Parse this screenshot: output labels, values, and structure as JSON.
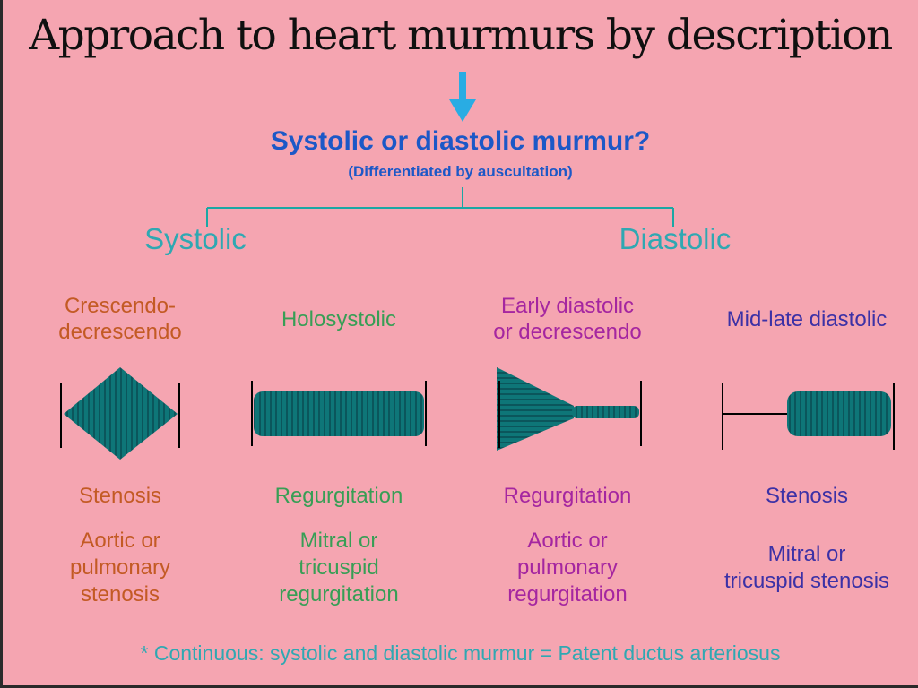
{
  "title": "Approach to heart murmurs by description",
  "question": {
    "heading": "Systolic or diastolic murmur?",
    "subheading": "(Differentiated by auscultation)"
  },
  "branches": {
    "left_label": "Systolic",
    "right_label": "Diastolic"
  },
  "columns": [
    {
      "heading": "Crescendo-\ndecrescendo",
      "shape": "diamond-crescendo-decrescendo",
      "pattern_label": "Stenosis",
      "diagnosis": "Aortic or\npulmonary\nstenosis"
    },
    {
      "heading": "Holosystolic",
      "shape": "rounded-plateau",
      "pattern_label": "Regurgitation",
      "diagnosis": "Mitral or\ntricuspid\nregurgitation"
    },
    {
      "heading": "Early diastolic\nor decrescendo",
      "shape": "decrescendo-triangle-with-tail",
      "pattern_label": "Regurgitation",
      "diagnosis": "Aortic or\npulmonary\nregurgitation"
    },
    {
      "heading": "Mid-late diastolic",
      "shape": "delayed-rounded-plateau",
      "pattern_label": "Stenosis",
      "diagnosis": "Mitral or\ntricuspid stenosis"
    }
  ],
  "footnote": "* Continuous: systolic and diastolic murmur = Patent ductus arteriosus",
  "colors": {
    "background": "#F5A5B1",
    "border_dark": "#2A2A2A",
    "title_text": "#101010",
    "arrow_cyan": "#29ACE3",
    "question_blue": "#1C58C7",
    "branch_teal": "#2FA8B2",
    "bracket_teal": "#1BA7A4",
    "footnote_teal": "#2FA8B2",
    "shape_stripe_light": "#0E7678",
    "shape_stripe_dark": "#0B565C",
    "tick_black": "#000000",
    "col1_orange": "#C35A24",
    "col2_green": "#379E55",
    "col3_magenta": "#A526A0",
    "col4_indigo": "#3C31A6"
  }
}
